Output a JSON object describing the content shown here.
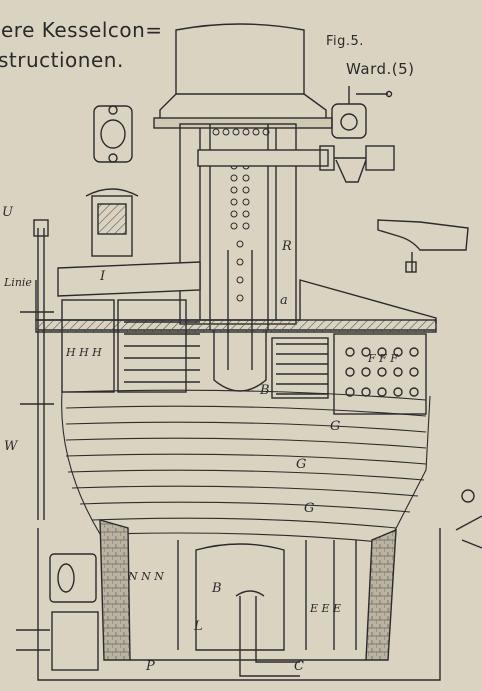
{
  "heading": {
    "line1": "ere Kesselcon=",
    "line2": "structionen."
  },
  "figure": {
    "number": "Fig.5.",
    "name": "Ward.(5)"
  },
  "labels": {
    "U": "U",
    "linie": "Linie",
    "I": "I",
    "R": "R",
    "a": "a",
    "H_left": "H H H",
    "F_right": "F F F",
    "B_upper": "B",
    "G1": "G",
    "G2": "G",
    "G3": "G",
    "W": "W",
    "N": "N N N",
    "B_lower": "B",
    "E": "E E E",
    "L": "L",
    "P": "P",
    "C": "C"
  },
  "colors": {
    "paper": "#d9d4c1",
    "ink": "#2b2b2b",
    "masonry": "#8a8778"
  }
}
